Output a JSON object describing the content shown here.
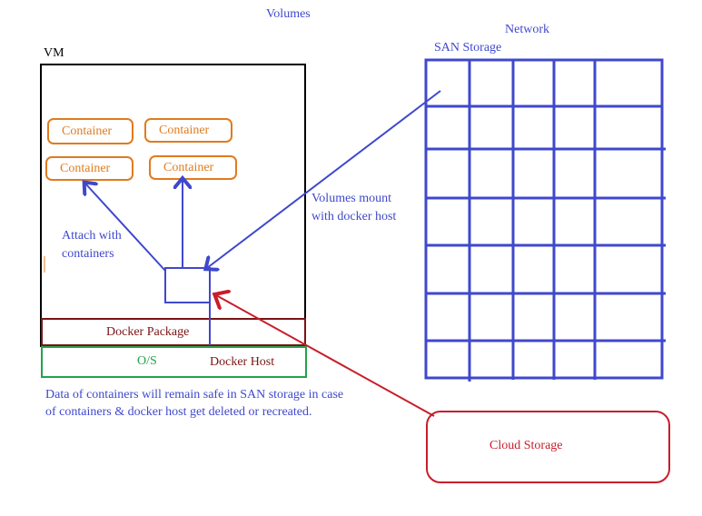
{
  "title": "Volumes",
  "network_label": "Network",
  "san_label": "SAN Storage",
  "vm_label": "VM",
  "containers": [
    "Container",
    "Container",
    "Container",
    "Container"
  ],
  "attach_label_line1": "Attach with",
  "attach_label_line2": "containers",
  "mount_label_line1": "Volumes mount",
  "mount_label_line2": "with docker host",
  "docker_package": "Docker Package",
  "os_label": "O/S",
  "docker_host": "Docker Host",
  "note_line1": "Data of containers will remain safe in SAN storage in case",
  "note_line2": "of containers & docker host get deleted or recreated.",
  "cloud_storage": "Cloud Storage",
  "colors": {
    "blue": "#3f48cc",
    "orange": "#e07b1f",
    "maroon": "#7a1414",
    "green": "#22a34a",
    "red": "#c81e2a"
  }
}
